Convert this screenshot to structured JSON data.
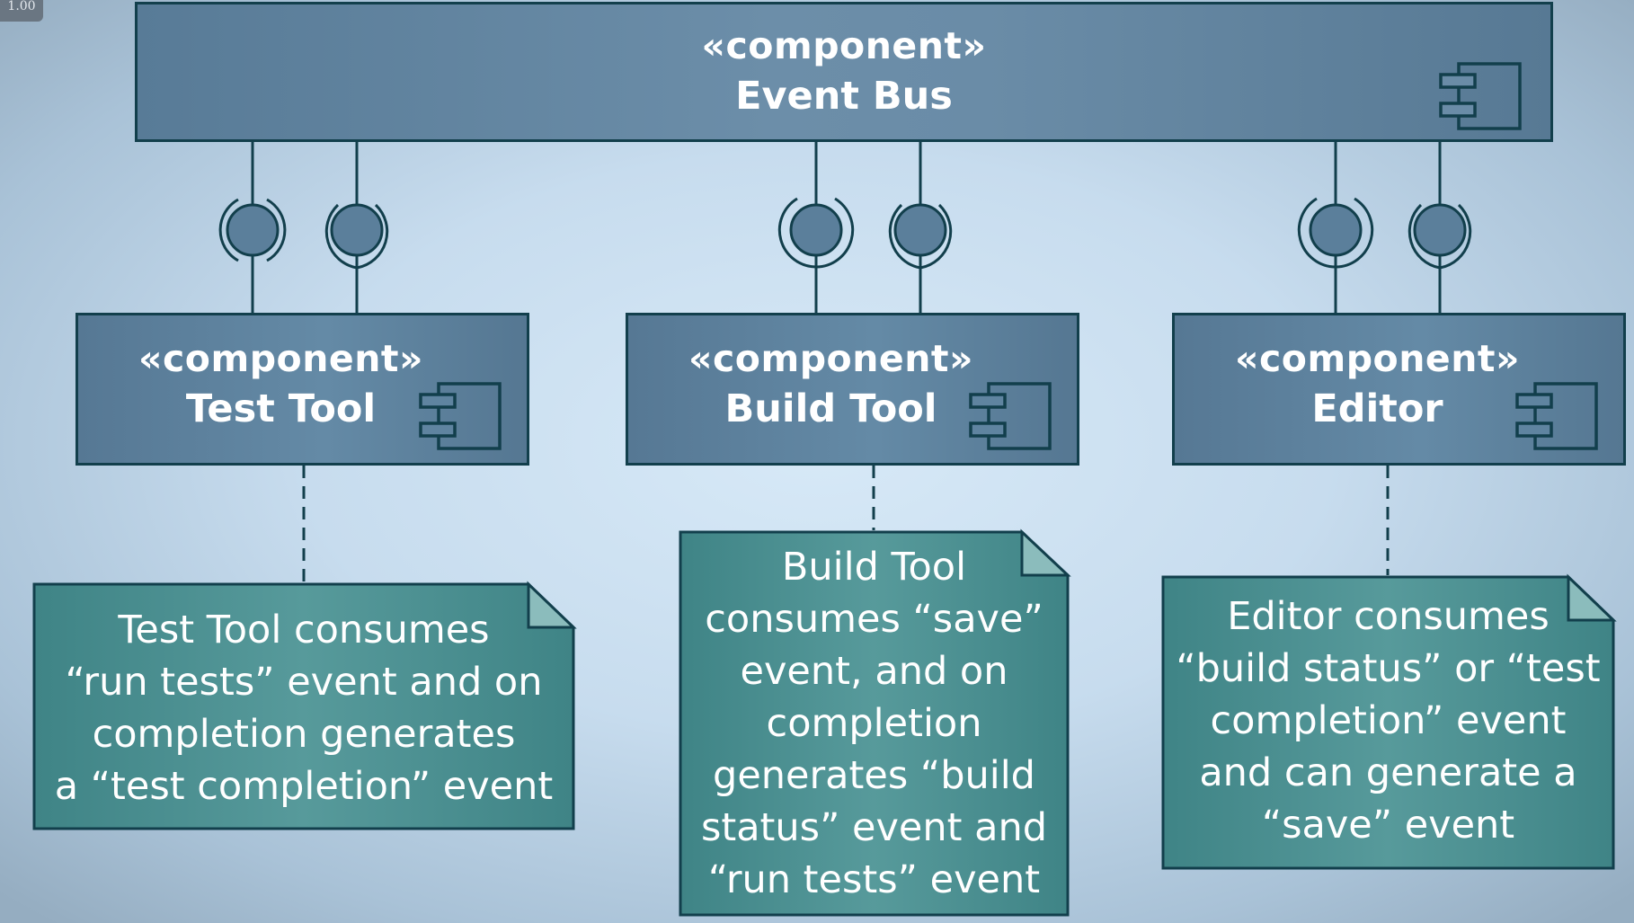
{
  "zoom_badge": "1.00",
  "colors": {
    "component_border": "#123f4c",
    "component_fill": "#6487a3",
    "note_fill": "#4f9293",
    "text": "#ffffff"
  },
  "event_bus": {
    "stereotype": "«component»",
    "name": "Event Bus",
    "icon": "component-icon"
  },
  "components": [
    {
      "stereotype": "«component»",
      "name": "Test Tool",
      "icon": "component-icon"
    },
    {
      "stereotype": "«component»",
      "name": "Build Tool",
      "icon": "component-icon"
    },
    {
      "stereotype": "«component»",
      "name": "Editor",
      "icon": "component-icon"
    }
  ],
  "notes": [
    {
      "text": "Test Tool consumes\n“run tests” event and on\ncompletion generates\na “test completion” event"
    },
    {
      "text": "Build Tool\nconsumes “save”\nevent, and on\ncompletion\ngenerates “build\nstatus” event and\n“run tests” event"
    },
    {
      "text": "Editor consumes\n“build status” or “test\ncompletion” event\nand can generate a\n“save” event"
    }
  ],
  "interfaces": [
    {
      "component": "Test Tool",
      "kinds": [
        "required",
        "provided"
      ]
    },
    {
      "component": "Build Tool",
      "kinds": [
        "required",
        "provided"
      ]
    },
    {
      "component": "Editor",
      "kinds": [
        "required",
        "provided"
      ]
    }
  ]
}
